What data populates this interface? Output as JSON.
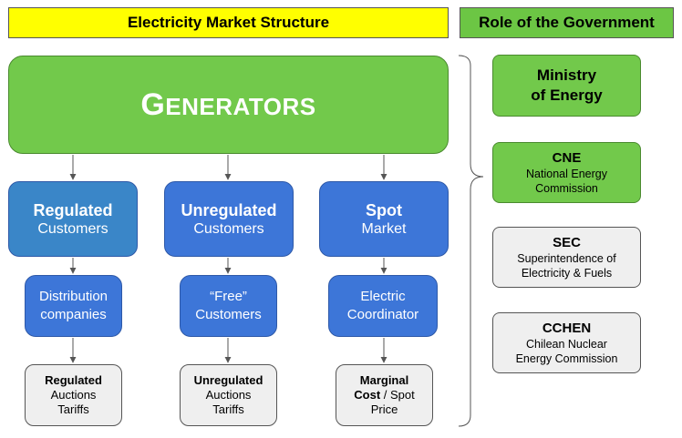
{
  "headers": {
    "market": "Electricity Market Structure",
    "government": "Role of the Government"
  },
  "generators": {
    "first": "G",
    "rest": "ENERATORS"
  },
  "columns": [
    {
      "segment": {
        "bold": "Regulated",
        "plain": "Customers"
      },
      "entity": {
        "line1": "Distribution",
        "line2": "companies"
      },
      "pricing": {
        "line1_bold": "Regulated",
        "line2": "Auctions",
        "line3": "Tariffs"
      }
    },
    {
      "segment": {
        "bold": "Unregulated",
        "plain": "Customers"
      },
      "entity": {
        "line1": "“Free”",
        "line2": "Customers"
      },
      "pricing": {
        "line1_bold": "Unregulated",
        "line2": "Auctions",
        "line3": "Tariffs"
      }
    },
    {
      "segment": {
        "bold": "Spot",
        "plain": "Market"
      },
      "entity": {
        "line1": "Electric",
        "line2": "Coordinator"
      },
      "pricing": {
        "line1_bold": "Marginal",
        "line2_bold": "Cost",
        "line2_rest": " / Spot",
        "line3": "Price"
      }
    }
  ],
  "government": [
    {
      "title_line1": "Ministry",
      "title_line2": "of Energy"
    },
    {
      "title": "CNE",
      "sub_line1": "National Energy",
      "sub_line2": "Commission"
    },
    {
      "title": "SEC",
      "sub_line1": "Superintendence of",
      "sub_line2": "Electricity & Fuels"
    },
    {
      "title": "CCHEN",
      "sub_line1": "Chilean Nuclear",
      "sub_line2": "Energy Commission"
    }
  ],
  "colors": {
    "header_yellow": "#ffff00",
    "header_green": "#6cc644",
    "generator_green": "#72c94b",
    "blue": "#3d76d8",
    "gray": "#efefef"
  }
}
